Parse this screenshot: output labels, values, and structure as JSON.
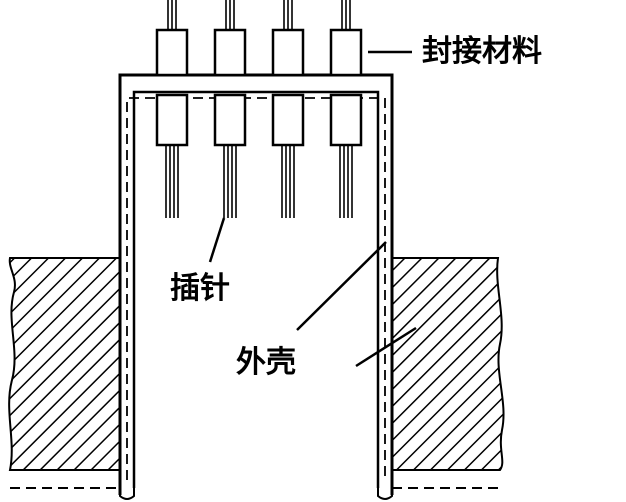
{
  "labels": {
    "sealing_material": "封接材料",
    "pin": "插针",
    "shell": "外壳"
  },
  "colors": {
    "stroke": "#000000",
    "background": "#ffffff"
  },
  "pin_count": 4
}
